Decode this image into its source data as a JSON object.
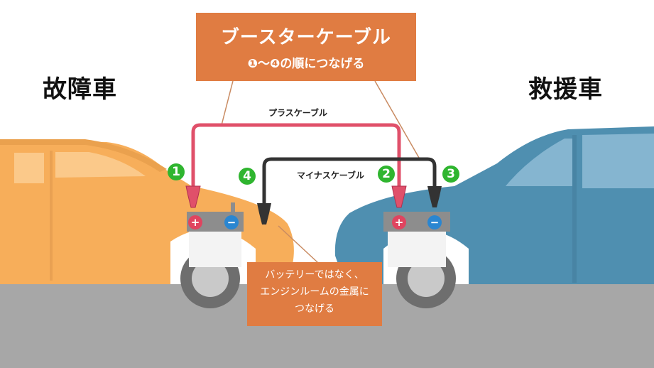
{
  "title_box": {
    "title": "ブースターケーブル",
    "subtitle": "❶〜❹の順につなげる"
  },
  "cars": {
    "broken": "故障車",
    "rescue": "救援車"
  },
  "cables": {
    "plus": "プラスケーブル",
    "minus": "マイナスケーブル"
  },
  "steps": [
    "1",
    "2",
    "3",
    "4"
  ],
  "note": "バッテリーではなく、\nエンジンルームの金属に\nつなげる",
  "terminals": {
    "plus": "+",
    "minus": "−"
  },
  "colors": {
    "orange_box": "#e07c42",
    "broken_car": "#f7ae5a",
    "rescue_car": "#4f8fb0",
    "plus_cable": "#e0506a",
    "minus_cable": "#333333",
    "step_badge": "#2fb52f",
    "road": "#a7a7a7"
  }
}
